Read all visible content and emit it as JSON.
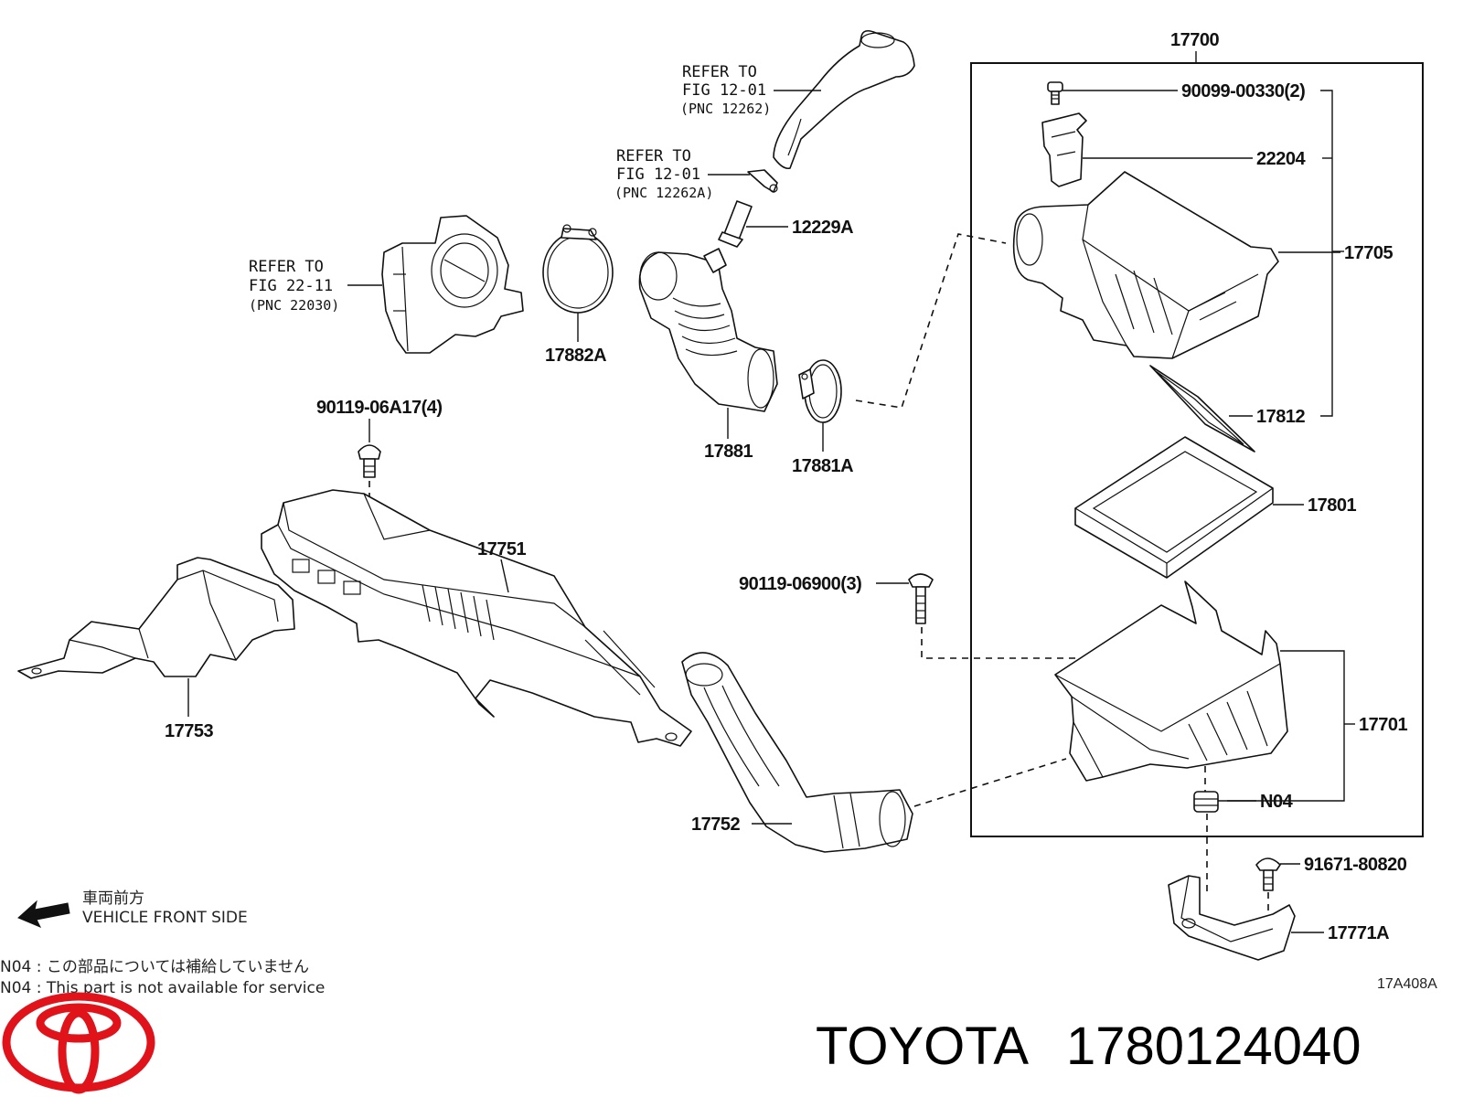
{
  "labels": {
    "assy_17700": "17700",
    "bolt_90099": "90099-00330(2)",
    "sensor_22204": "22204",
    "case_17705": "17705",
    "gasket_17812": "17812",
    "element_17801": "17801",
    "case_17701": "17701",
    "grommet_n04": "N04",
    "bolt_91671": "91671-80820",
    "bracket_17771a": "17771A",
    "hose_12229a": "12229A",
    "clamp_17882a": "17882A",
    "hose_17881": "17881",
    "clamp_17881a": "17881A",
    "bolt_90119a": "90119-06A17(4)",
    "duct_17751": "17751",
    "duct_17753": "17753",
    "bolt_90119b": "90119-06900(3)",
    "duct_17752": "17752"
  },
  "refs": {
    "ref1": {
      "line1": "REFER TO",
      "line2": "FIG 12-01",
      "line3": "(PNC 12262)"
    },
    "ref2": {
      "line1": "REFER TO",
      "line2": "FIG 12-01",
      "line3": "(PNC 12262A)"
    },
    "ref3": {
      "line1": "REFER TO",
      "line2": "FIG 22-11",
      "line3": "(PNC 22030)"
    }
  },
  "front": {
    "jp": "車両前方",
    "en": "VEHICLE FRONT SIDE"
  },
  "notes": {
    "jp": "N04 : この部品については補給していません",
    "en": "N04 : This part is not available for service"
  },
  "figure_id": "17A408A",
  "brand": {
    "name": "TOYOTA",
    "part_number": "1780124040",
    "logo_color": "#e0121a"
  }
}
